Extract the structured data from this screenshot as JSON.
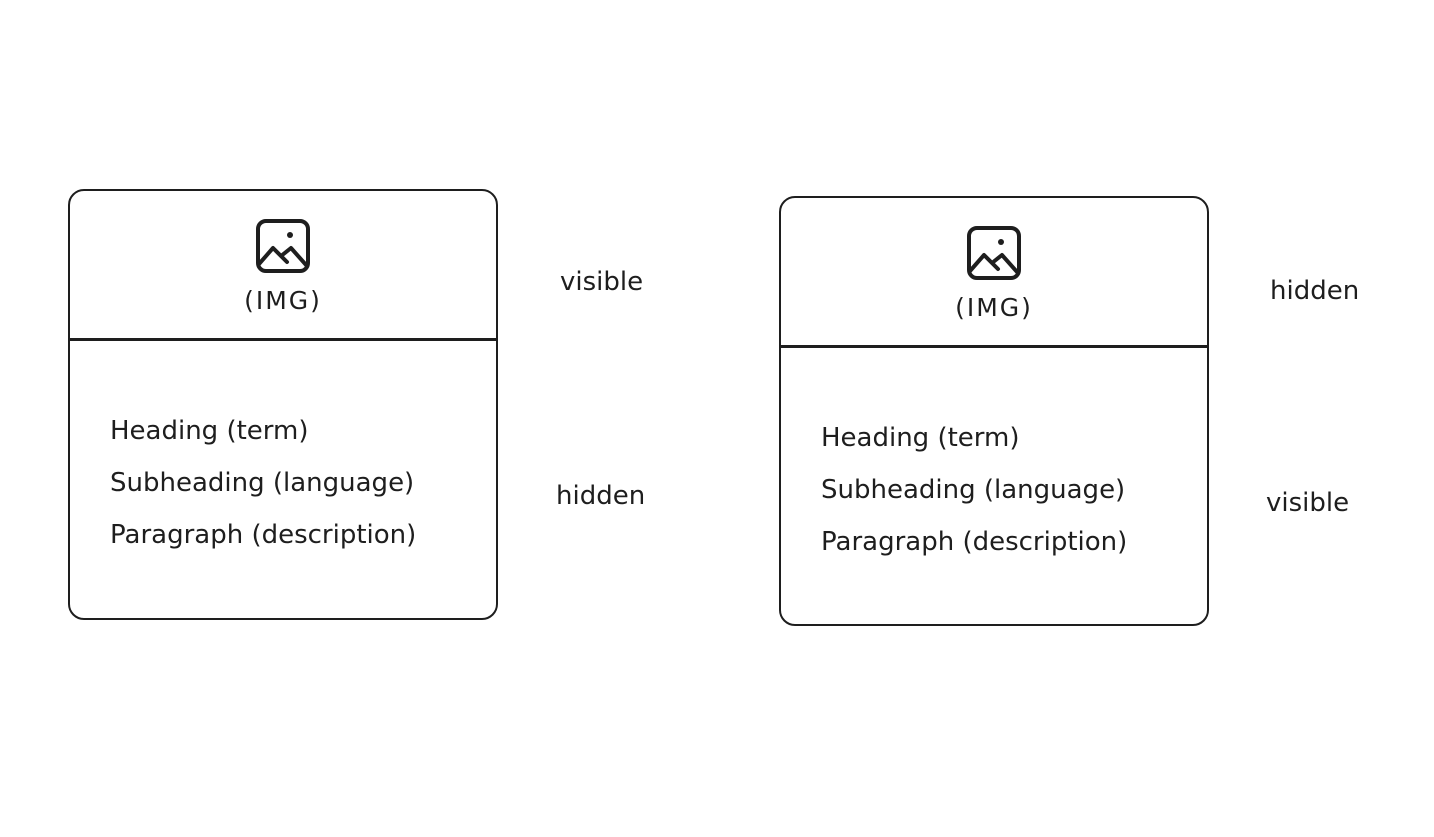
{
  "cards": [
    {
      "image_label": "(IMG)",
      "lines": [
        "Heading (term)",
        "Subheading (language)",
        "Paragraph (description)"
      ],
      "image_state": "visible",
      "text_state": "hidden"
    },
    {
      "image_label": "(IMG)",
      "lines": [
        "Heading (term)",
        "Subheading (language)",
        "Paragraph (description)"
      ],
      "image_state": "hidden",
      "text_state": "visible"
    }
  ],
  "icons": {
    "image": "image-icon"
  },
  "colors": {
    "stroke": "#1e1e1e",
    "background": "#ffffff"
  }
}
